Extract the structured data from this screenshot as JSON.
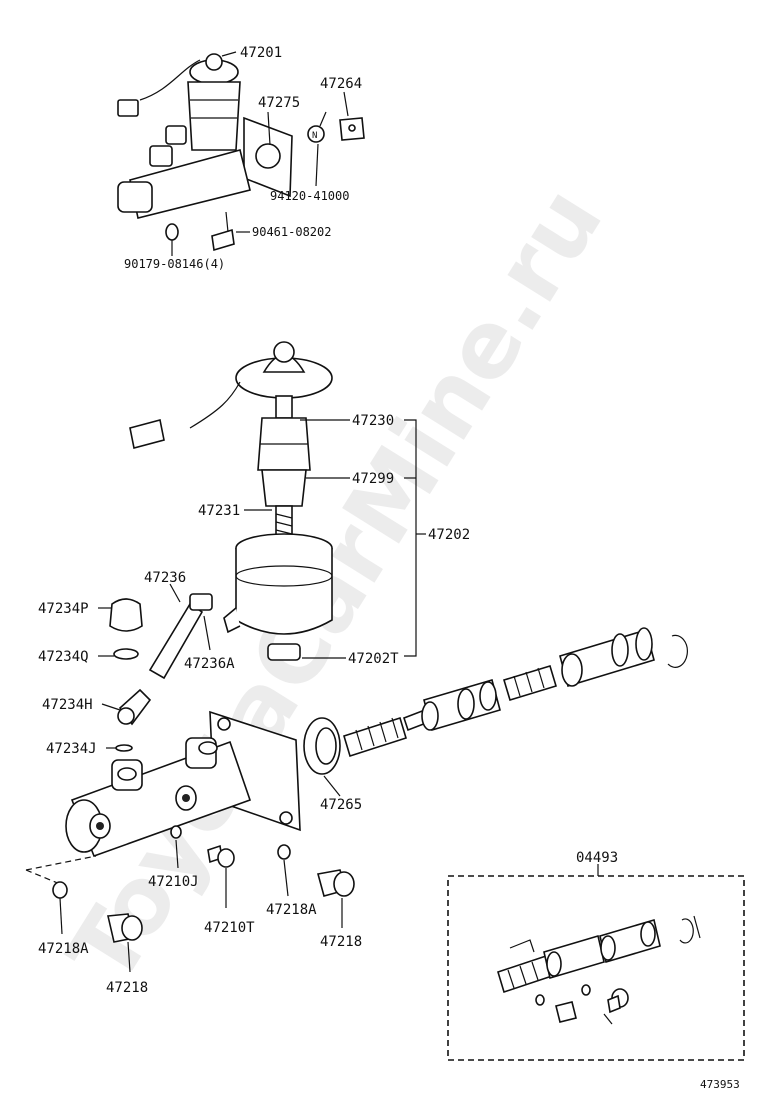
{
  "watermark": "ToyotaCarMine.ru",
  "diagram_code": "473953",
  "labels": {
    "p47201": "47201",
    "p47264": "47264",
    "p47275": "47275",
    "p94120": "94120-41000",
    "p90461": "90461-08202",
    "p90179": "90179-08146(4)",
    "p47230": "47230",
    "p47299": "47299",
    "p47231": "47231",
    "p47202": "47202",
    "p47236": "47236",
    "p47234P": "47234P",
    "p47234Q": "47234Q",
    "p47236A": "47236A",
    "p47202T": "47202T",
    "p47234H": "47234H",
    "p47234J": "47234J",
    "p47265": "47265",
    "p47210J": "47210J",
    "p47210T": "47210T",
    "p47218A_left": "47218A",
    "p47218A_mid": "47218A",
    "p47218_left": "47218",
    "p47218_mid": "47218",
    "p04493": "04493"
  }
}
